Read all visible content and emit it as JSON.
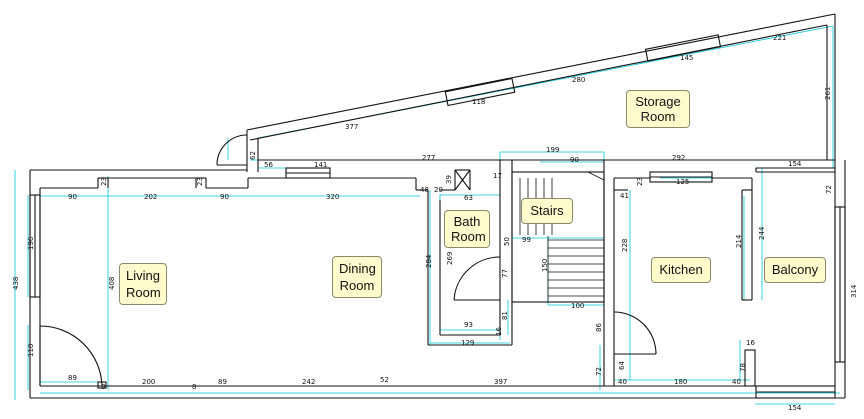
{
  "colors": {
    "wall": "#111111",
    "dimension": "#00c8d8",
    "label_fill": "#fffbcc"
  },
  "rooms": [
    {
      "id": "storage",
      "name": "Storage\nRoom"
    },
    {
      "id": "bath",
      "name": "Bath\nRoom"
    },
    {
      "id": "stairs",
      "name": "Stairs"
    },
    {
      "id": "living",
      "name": "Living\nRoom"
    },
    {
      "id": "dining",
      "name": "Dining\nRoom"
    },
    {
      "id": "kitchen",
      "name": "Kitchen"
    },
    {
      "id": "balcony",
      "name": "Balcony"
    }
  ],
  "dimensions": {
    "d221": "221",
    "d145": "145",
    "d280": "280",
    "d118": "118",
    "d377": "377",
    "d261": "261",
    "d62": "62",
    "d277": "277",
    "d199": "199",
    "d90a": "90",
    "d292": "292",
    "d154a": "154",
    "d56": "56",
    "d141": "141",
    "d17": "17",
    "d23a": "23",
    "d23b": "23",
    "d23c": "23",
    "d90b": "90",
    "d202": "202",
    "d90c": "90",
    "d320": "320",
    "d48": "48",
    "d20": "20",
    "d39": "39",
    "d41": "41",
    "d125": "125",
    "d72a": "72",
    "d63": "63",
    "d196": "196",
    "d408": "408",
    "d438": "438",
    "d284": "284",
    "d269": "269",
    "d50": "50",
    "d99": "99",
    "d228": "228",
    "d214": "214",
    "d244": "244",
    "d77": "77",
    "d150": "150",
    "d314": "314",
    "d81": "81",
    "d16a": "16",
    "d100": "100",
    "d93": "93",
    "d129": "129",
    "d86": "86",
    "d110": "110",
    "d16b": "16",
    "d78": "78",
    "d64": "64",
    "d89a": "89",
    "d8a": "8",
    "d200": "200",
    "d8b": "8",
    "d89b": "89",
    "d242": "242",
    "d52": "52",
    "d397": "397",
    "d72b": "72",
    "d40a": "40",
    "d180": "180",
    "d40b": "40",
    "d154b": "154"
  }
}
